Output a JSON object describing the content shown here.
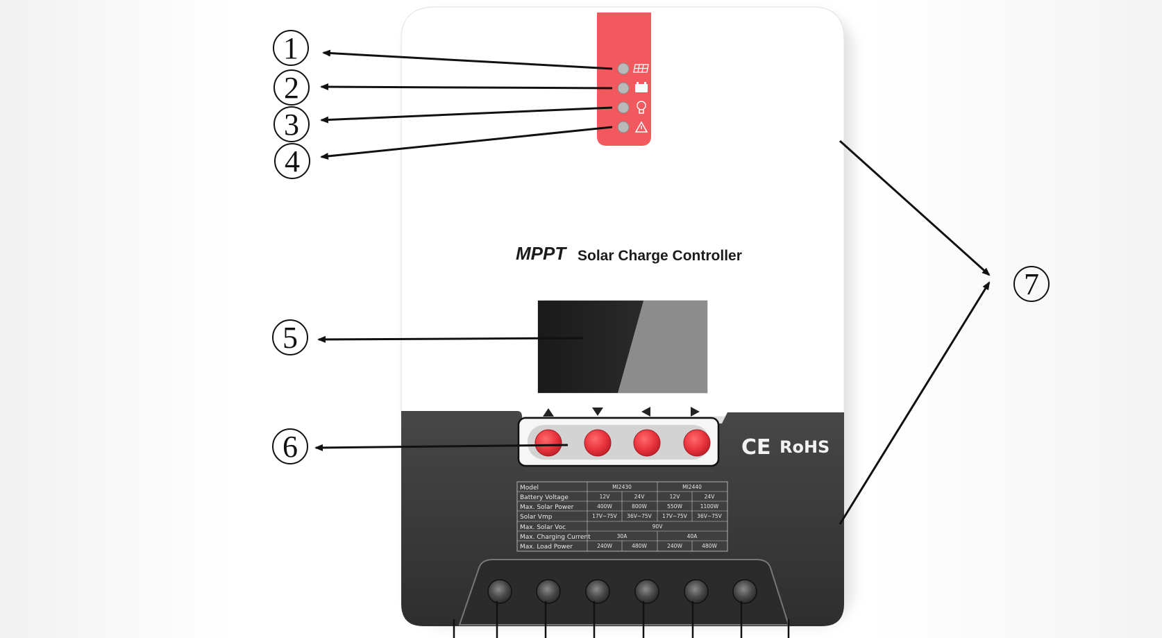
{
  "device": {
    "brand_mark": "MPPT",
    "product_name": "Solar Charge Controller",
    "cert_ce": "CE",
    "cert_rohs": "RoHS"
  },
  "callouts": [
    "1",
    "2",
    "3",
    "4",
    "5",
    "6",
    "7"
  ],
  "button_directions": [
    "up",
    "down",
    "left",
    "right"
  ],
  "indicators": [
    "solar-panel-icon",
    "battery-icon",
    "bulb-icon",
    "warning-icon"
  ],
  "spec_table": {
    "header": [
      "Model",
      "MI2430",
      "MI2440"
    ],
    "rows": [
      {
        "label": "Battery Voltage",
        "values": [
          "12V",
          "24V",
          "12V",
          "24V"
        ]
      },
      {
        "label": "Max. Solar Power",
        "values": [
          "400W",
          "800W",
          "550W",
          "1100W"
        ]
      },
      {
        "label": "Solar Vmp",
        "values": [
          "17V~75V",
          "36V~75V",
          "17V~75V",
          "36V~75V"
        ]
      },
      {
        "label": "Max. Solar Voc",
        "values": [
          "90V"
        ]
      },
      {
        "label": "Max. Charging Current",
        "values": [
          "30A",
          "40A"
        ]
      },
      {
        "label": "Max. Load Power",
        "values": [
          "240W",
          "480W",
          "240W",
          "480W"
        ]
      }
    ]
  },
  "colors": {
    "indicator_panel": "#f2595f",
    "button_red": "#e8323c",
    "housing_dark": "#3a3a3a",
    "housing_white": "#ffffff"
  }
}
